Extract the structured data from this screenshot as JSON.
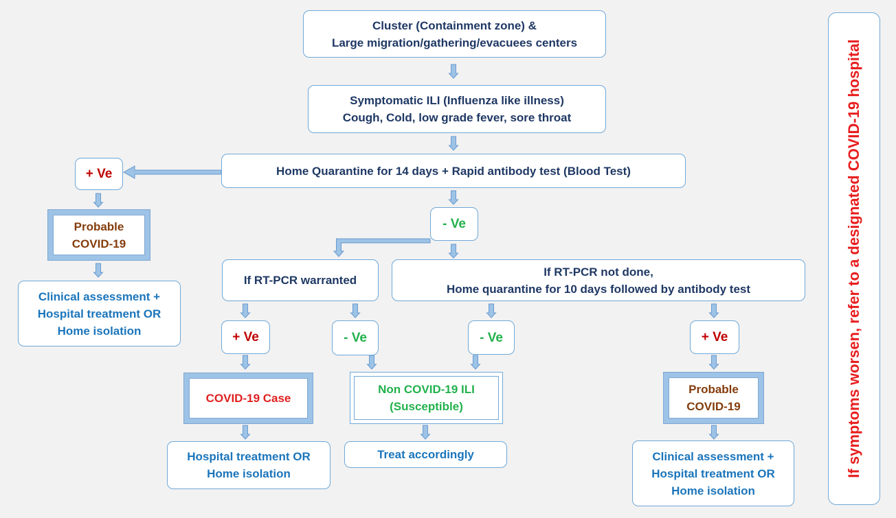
{
  "top_box": {
    "line1": "Cluster (Containment zone) &",
    "line2": "Large migration/gathering/evacuees centers"
  },
  "ili_box": {
    "line1": "Symptomatic ILI (Influenza like illness)",
    "line2": "Cough, Cold, low grade fever, sore throat"
  },
  "quarantine_box": {
    "text": "Home Quarantine for 14 days + Rapid antibody test (Blood Test)"
  },
  "left_positive": {
    "label": "+ Ve"
  },
  "left_probable": {
    "line1": "Probable",
    "line2": "COVID-19"
  },
  "left_clinical": {
    "line1": "Clinical assessment +",
    "line2": "Hospital treatment OR",
    "line3": "Home isolation"
  },
  "center_negative": {
    "label": "- Ve"
  },
  "rtpcr_warranted": {
    "text": "If RT-PCR warranted"
  },
  "rtpcr_not_done": {
    "line1": "If RT-PCR not done,",
    "line2": "Home quarantine for 10 days followed by antibody test"
  },
  "pcr_positive": {
    "label": "+ Ve"
  },
  "pcr_negative": {
    "label": "- Ve"
  },
  "antibody_negative": {
    "label": "- Ve"
  },
  "antibody_positive": {
    "label": "+ Ve"
  },
  "covid_case": {
    "text": "COVID-19 Case"
  },
  "non_covid": {
    "line1": "Non COVID-19 ILI",
    "line2": "(Susceptible)"
  },
  "right_probable": {
    "line1": "Probable",
    "line2": "COVID-19"
  },
  "hospital_treatment": {
    "line1": "Hospital treatment OR",
    "line2": "Home isolation"
  },
  "treat_accordingly": {
    "text": "Treat accordingly"
  },
  "right_clinical": {
    "line1": "Clinical assessment +",
    "line2": "Hospital treatment OR",
    "line3": "Home isolation"
  },
  "side_note": {
    "text": "If symptoms worsen, refer to a designated COVID-19 hospital"
  },
  "colors": {
    "box_border": "#6fa8d8",
    "arrow_fill": "#9dc3e6",
    "arrow_stroke": "#6a9bcf",
    "navy_text": "#1f3864",
    "blue_text": "#1b75bb",
    "positive_red": "#c00000",
    "case_red": "#e02020",
    "probable_brown": "#843c0c",
    "negative_green": "#22b14c"
  }
}
